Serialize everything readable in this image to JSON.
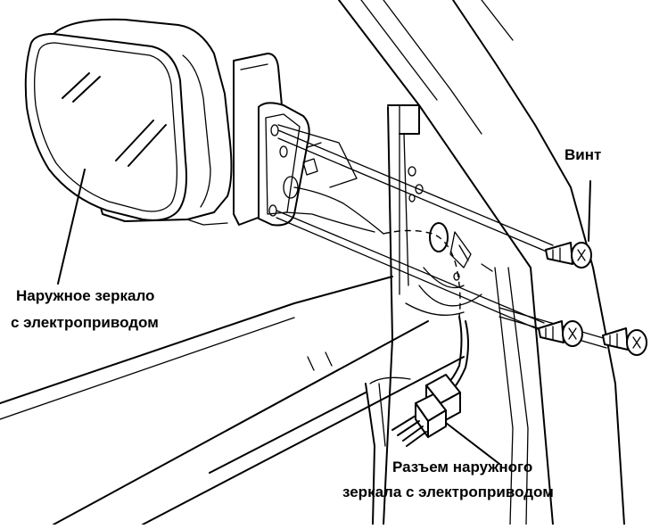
{
  "labels": {
    "screw": "Винт",
    "mirror_line1": "Наружное зеркало",
    "mirror_line2": "с электроприводом",
    "connector_line1": "Разъем наружного",
    "connector_line2": "зеркала с электроприводом"
  }
}
